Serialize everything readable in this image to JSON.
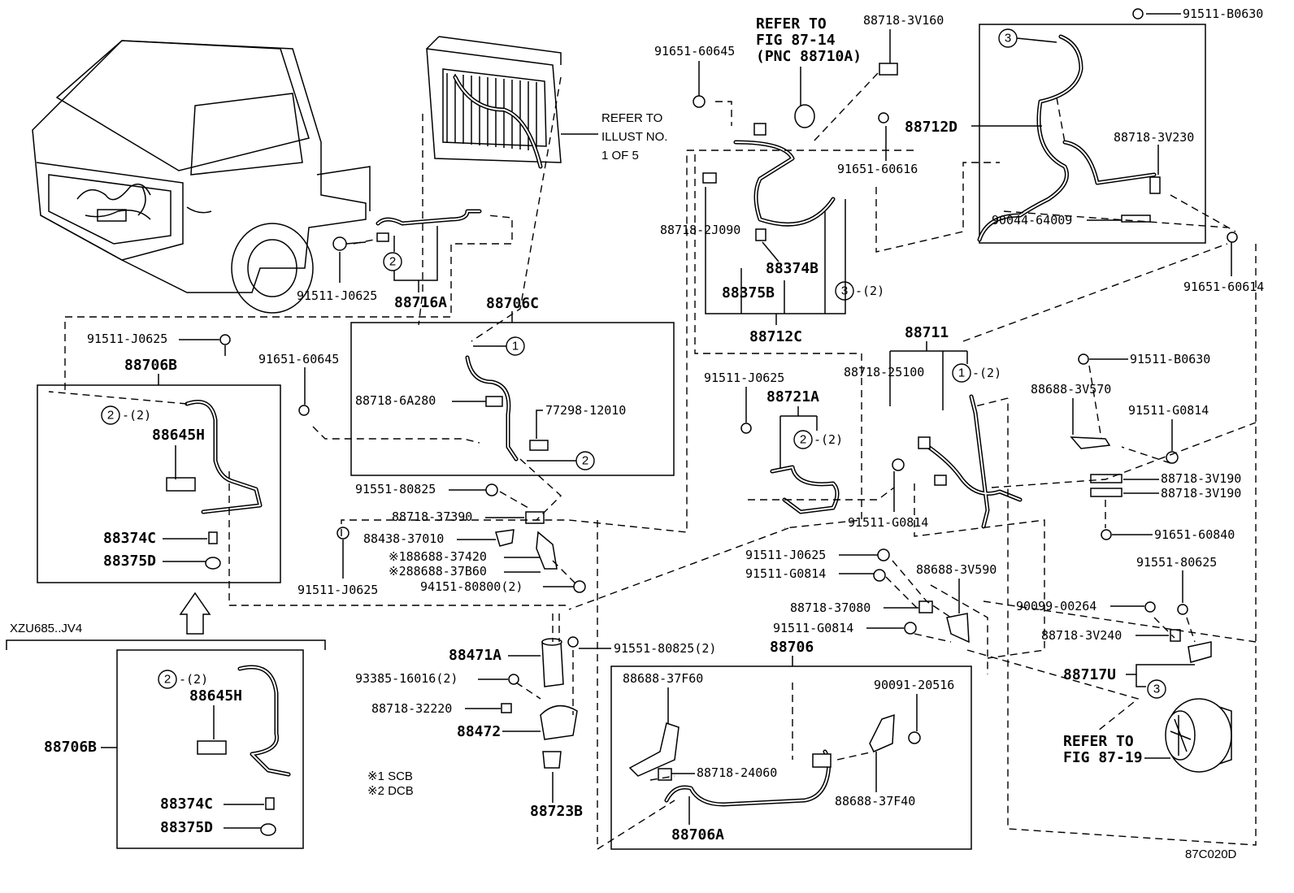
{
  "diagram": {
    "figure_code": "87C020D",
    "variant_label": "XZU685..JV4",
    "notes": [
      "※1 SCB",
      "※2 DCB"
    ],
    "refer_to": {
      "fig_87_14": [
        "REFER TO",
        "FIG 87-14",
        "(PNC 88710A)"
      ],
      "illust": [
        "REFER TO",
        "ILLUST NO.",
        "1 OF 5"
      ],
      "fig_87_19": [
        "REFER TO",
        "FIG 87-19"
      ]
    },
    "callout_circles": {
      "c1": "1",
      "c2": "2",
      "c3": "3"
    },
    "callout_suffix": "-(2)",
    "parts": {
      "p91651_60645_top": "91651-60645",
      "p88718_3V160": "88718-3V160",
      "p91511_B0630_top": "91511-B0630",
      "p88712D": "88712D",
      "p88718_3V230": "88718-3V230",
      "p90044_64009": "90044-64009",
      "p91651_60614": "91651-60614",
      "p91651_60616": "91651-60616",
      "p88718_2J090": "88718-2J090",
      "p88374B": "88374B",
      "p88375B": "88375B",
      "p88712C": "88712C",
      "p88711": "88711",
      "p91511_J0625_a": "91511-J0625",
      "p88716A": "88716A",
      "p88706C": "88706C",
      "p91511_J0625_b": "91511-J0625",
      "p88706B_top": "88706B",
      "p91651_60645_mid": "91651-60645",
      "p88718_6A280": "88718-6A280",
      "p77298_12010": "77298-12010",
      "p88645H_top": "88645H",
      "p88374C_top": "88374C",
      "p88375D_top": "88375D",
      "p91551_80825": "91551-80825",
      "p88718_37390": "88718-37390",
      "p88438_37010": "88438-37010",
      "p188688_37420": "※188688-37420",
      "p288688_37B60": "※288688-37B60",
      "p94151_80800": "94151-80800(2)",
      "p91511_J0625_c": "91511-J0625",
      "p91511_J0625_d": "91511-J0625",
      "p88721A": "88721A",
      "p88718_25100": "88718-25100",
      "p91511_B0630_mid": "91511-B0630",
      "p88688_3V570": "88688-3V570",
      "p91511_G0814_a": "91511-G0814",
      "p91511_G0814_b": "91511-G0814",
      "p88718_3V190_a": "88718-3V190",
      "p88718_3V190_b": "88718-3V190",
      "p91651_60840": "91651-60840",
      "p91511_J0625_e": "91511-J0625",
      "p91511_G0814_c": "91511-G0814",
      "p88688_3V590": "88688-3V590",
      "p91551_80625": "91551-80625",
      "p88718_37080": "88718-37080",
      "p90099_00264": "90099-00264",
      "p91511_G0814_d": "91511-G0814",
      "p88718_3V240": "88718-3V240",
      "p88706": "88706",
      "p88717U": "88717U",
      "p88471A": "88471A",
      "p91551_80825_2": "91551-80825(2)",
      "p93385_16016": "93385-16016(2)",
      "p88718_32220": "88718-32220",
      "p88472": "88472",
      "p88723B": "88723B",
      "p88688_37F60": "88688-37F60",
      "p90091_20516": "90091-20516",
      "p88718_24060": "88718-24060",
      "p88688_37F40": "88688-37F40",
      "p88706A": "88706A",
      "p88706B_bot": "88706B",
      "p88645H_bot": "88645H",
      "p88374C_bot": "88374C",
      "p88375D_bot": "88375D"
    }
  }
}
